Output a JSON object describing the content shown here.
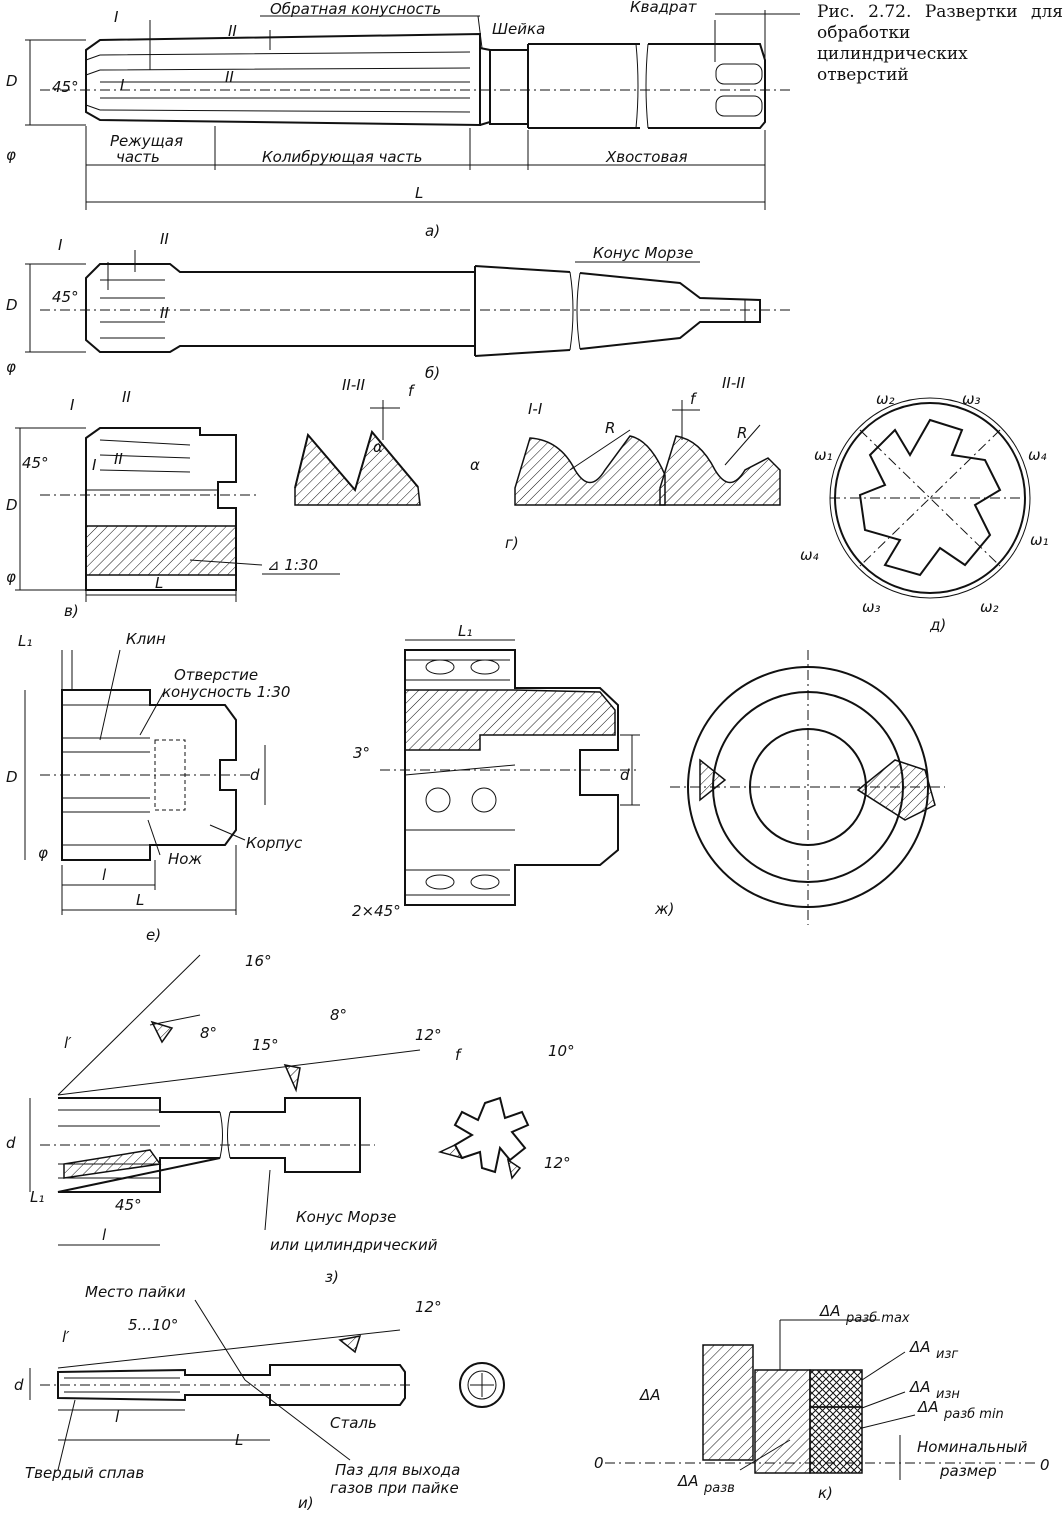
{
  "caption": "Рис. 2.72. Развертки для обработки цилиндрических отверстий",
  "a": {
    "sublabel": "а)",
    "obratnaya": "Обратная конусность",
    "sheyka": "Шейка",
    "kvadrat": "Квадрат",
    "rezhushchaya": "Режущая",
    "chast": "часть",
    "kalibr": "Колибрующая часть",
    "khvost": "Хвостовая",
    "L": "L",
    "D": "D",
    "phi": "φ",
    "ang45": "45°",
    "I": "I",
    "II": "II"
  },
  "b": {
    "sublabel": "б)",
    "morse": "Конус Морзе",
    "D": "D",
    "phi": "φ",
    "ang45": "45°",
    "I": "I",
    "II": "II"
  },
  "v": {
    "sublabel": "в)",
    "taper": "⊿ 1:30",
    "L": "L",
    "D": "D",
    "phi": "φ",
    "ang45": "45°",
    "I": "I",
    "II": "II"
  },
  "g": {
    "sublabel": "г)",
    "sec1": "II-II",
    "sec2": "I-I",
    "sec3": "II-II",
    "f": "f",
    "alpha": "α",
    "R": "R"
  },
  "d": {
    "sublabel": "д)",
    "w1": "ω₁",
    "w2": "ω₂",
    "w3": "ω₃",
    "w4": "ω₄"
  },
  "e": {
    "sublabel": "е)",
    "klin": "Клин",
    "otv1": "Отверстие",
    "otv2": "конусность 1:30",
    "nozh": "Нож",
    "korpus": "Корпус",
    "L1": "L₁",
    "l": "l",
    "L": "L",
    "D": "D",
    "d": "d",
    "phi": "φ"
  },
  "zh": {
    "sublabel": "ж)",
    "L1": "L₁",
    "ang3": "3°",
    "chamfer": "2×45°",
    "d": "d"
  },
  "z": {
    "sublabel": "з)",
    "a16": "16°",
    "a8a": "8°",
    "a8b": "8°",
    "a15": "15°",
    "a12a": "12°",
    "a10": "10°",
    "a12b": "12°",
    "a45": "45°",
    "f": "f",
    "lp": "l′",
    "d": "d",
    "L1": "L₁",
    "l": "l",
    "morse1": "Конус Морзе",
    "morse2": "или цилиндрический"
  },
  "i": {
    "sublabel": "и)",
    "mesto": "Место пайки",
    "a510": "5...10°",
    "a12": "12°",
    "lp": "l′",
    "d": "d",
    "l": "l",
    "L": "L",
    "stal": "Сталь",
    "tverd": "Твердый сплав",
    "paz1": "Паз для выхода",
    "paz2": "газов при пайке"
  },
  "k": {
    "sublabel": "к)",
    "dA": "ΔA",
    "dAmax": "ΔA",
    "dAmax_sub": "разб max",
    "dAizg": "ΔA",
    "dAizg_sub": "изг",
    "dAizn": "ΔA",
    "dAizn_sub": "изн",
    "dAmin": "ΔA",
    "dAmin_sub": "разб min",
    "dArazv": "ΔA",
    "dArazv_sub": "разв",
    "nom1": "Номинальный",
    "nom2": "размер",
    "zeroL": "0",
    "zeroR": "0"
  },
  "icons": [
    "hatch-fill",
    "center-line"
  ]
}
